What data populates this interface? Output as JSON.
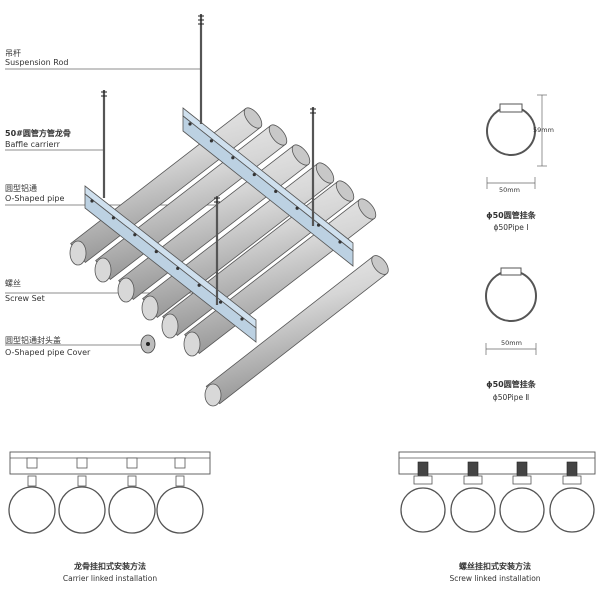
{
  "labels": {
    "suspension_rod": {
      "zh": "吊杆",
      "en": "Suspension Rod"
    },
    "baffle_carrier": {
      "zh": "50#圆管方管龙骨",
      "en": "Baffle carrierr"
    },
    "o_pipe": {
      "zh": "圆型铝通",
      "en": "O-Shaped pipe"
    },
    "screw_set": {
      "zh": "螺丝",
      "en": "Screw Set"
    },
    "pipe_cover": {
      "zh": "圆型铝通封头盖",
      "en": "O-Shaped pipe Cover"
    }
  },
  "profiles": {
    "pipe1": {
      "width": "50mm",
      "height": "59mm",
      "zh": "ϕ50圆管挂条",
      "en": "ϕ50Pipe Ⅰ"
    },
    "pipe2": {
      "width": "50mm",
      "zh": "ϕ50圆管挂条",
      "en": "ϕ50Pipe Ⅱ"
    }
  },
  "installations": {
    "carrier": {
      "zh": "龙骨挂扣式安装方法",
      "en": "Carrier linked installation"
    },
    "screw": {
      "zh": "螺丝挂扣式安装方法",
      "en": "Screw linked installation"
    }
  },
  "colors": {
    "line": "#555555",
    "carrier": "#cfe0ee",
    "pipe_light": "#eeeeee",
    "pipe_dark": "#9a9a9a"
  }
}
